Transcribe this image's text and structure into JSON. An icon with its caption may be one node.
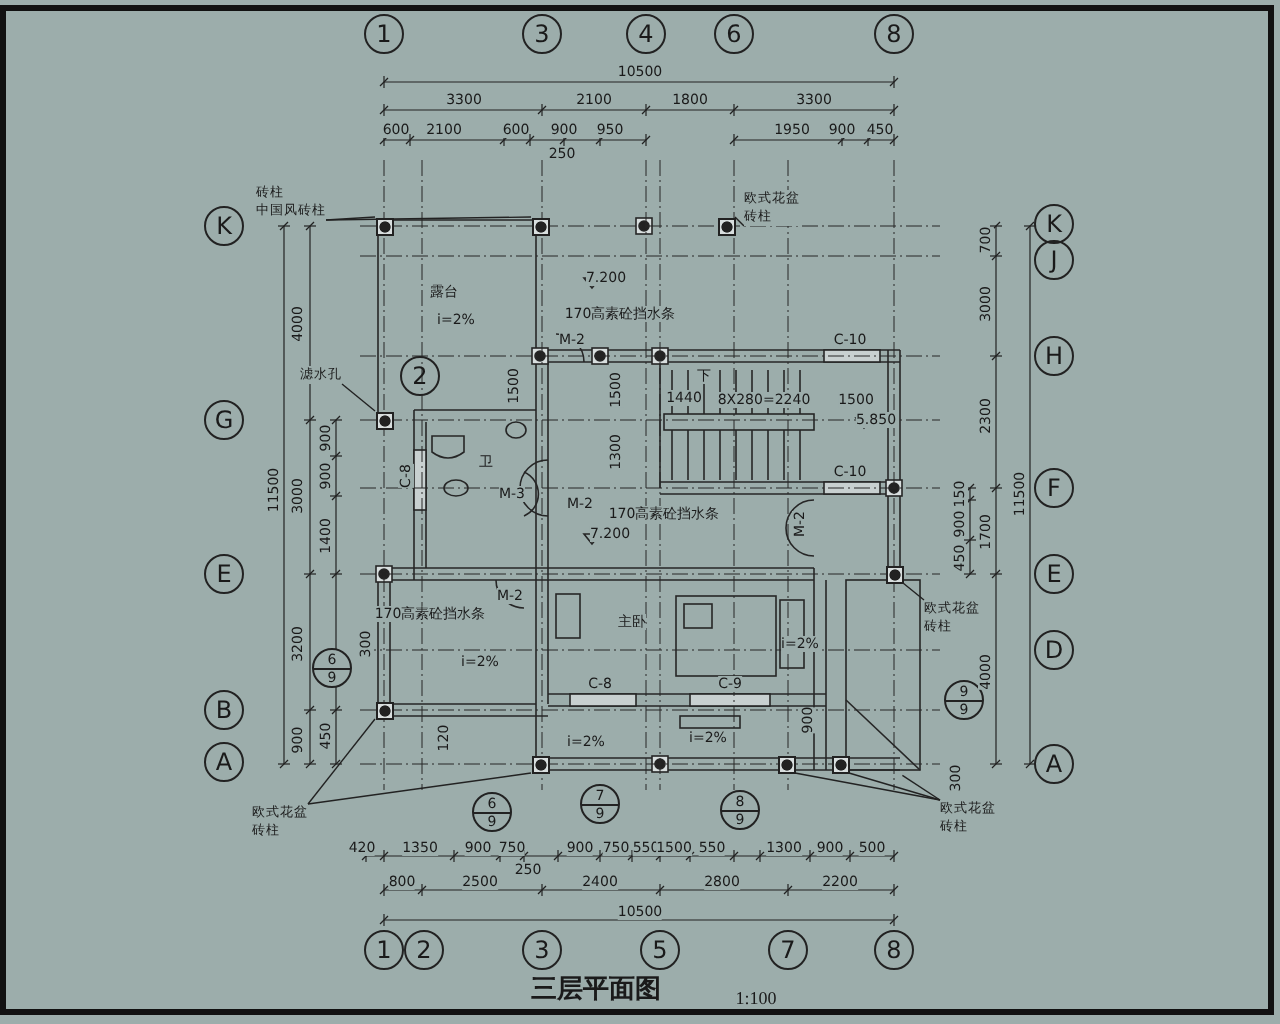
{
  "diagram": {
    "title": "三层平面图",
    "nodes": [
      {
        "text": [
          "1"
        ]
      },
      {
        "text": [
          "3"
        ]
      },
      {
        "text": [
          "4"
        ]
      },
      {
        "text": [
          "6"
        ]
      },
      {
        "text": [
          "8"
        ]
      },
      {
        "text": [
          "K"
        ]
      },
      {
        "text": [
          "G"
        ]
      },
      {
        "text": [
          "E"
        ]
      },
      {
        "text": [
          "B"
        ]
      },
      {
        "text": [
          "A"
        ]
      },
      {
        "text": [
          "K"
        ]
      },
      {
        "text": [
          "J"
        ]
      },
      {
        "text": [
          "H"
        ]
      },
      {
        "text": [
          "F"
        ]
      },
      {
        "text": [
          "E"
        ]
      },
      {
        "text": [
          "D"
        ]
      },
      {
        "text": [
          "A"
        ]
      },
      {
        "text": [
          "1"
        ]
      },
      {
        "text": [
          "2"
        ]
      },
      {
        "text": [
          "3"
        ]
      },
      {
        "text": [
          "5"
        ]
      },
      {
        "text": [
          "7"
        ]
      },
      {
        "text": [
          "8"
        ]
      },
      {
        "text": [
          "2"
        ]
      },
      {
        "text": [
          "6",
          "9"
        ]
      },
      {
        "text": [
          "6",
          "9"
        ]
      },
      {
        "text": [
          "7",
          "9"
        ]
      },
      {
        "text": [
          "8",
          "9"
        ]
      },
      {
        "text": [
          "9",
          "9"
        ]
      },
      {
        "text": [
          "砖柱",
          "中国风砖柱"
        ]
      },
      {
        "text": [
          "欧式花盆",
          "砖柱"
        ]
      },
      {
        "text": [
          "滤水孔"
        ]
      },
      {
        "text": [
          "欧式花盆",
          "砖柱"
        ]
      },
      {
        "text": [
          "欧式花盆",
          "砖柱"
        ]
      },
      {
        "text": [
          "欧式花盆",
          "砖柱"
        ]
      },
      {
        "text": [],
        "shape": "box"
      },
      {
        "text": [],
        "shape": "box"
      },
      {
        "text": [],
        "shape": "box"
      },
      {
        "text": [],
        "shape": "box"
      },
      {
        "text": [],
        "shape": "box"
      },
      {
        "text": [],
        "shape": "box"
      },
      {
        "text": [],
        "shape": "box"
      },
      {
        "text": [],
        "shape": "box"
      },
      {
        "text": [],
        "shape": "box"
      }
    ],
    "edges": [
      {
        "from": 29,
        "to": 35,
        "arrow": "none"
      },
      {
        "from": 29,
        "to": 36,
        "arrow": "none"
      },
      {
        "from": 30,
        "to": 37,
        "arrow": "none"
      },
      {
        "from": 31,
        "to": 38,
        "arrow": "none"
      },
      {
        "from": 32,
        "to": 39,
        "arrow": "none"
      },
      {
        "from": 33,
        "to": 40,
        "arrow": "none"
      },
      {
        "from": 33,
        "to": 41,
        "arrow": "none"
      },
      {
        "from": 34,
        "to": 42,
        "arrow": "none"
      },
      {
        "from": 34,
        "to": 43,
        "arrow": "none"
      },
      {
        "from": 34,
        "to": null,
        "arrow": "none"
      }
    ],
    "labels": [
      "10500",
      "3300",
      "2100",
      "1800",
      "3300",
      "600",
      "2100",
      "600",
      "900",
      "950",
      "250",
      "1950",
      "900",
      "450",
      "11500",
      "4000",
      "3000",
      "900",
      "900",
      "1400",
      "3200",
      "300",
      "900",
      "450",
      "120",
      "露台",
      "i=2%",
      "7.200",
      "170高素砼挡水条",
      "M-2",
      "1500",
      "1500",
      "1300",
      "下",
      "1440",
      "8X280=2240",
      "1500",
      "5.850",
      "C-10",
      "C-10",
      "C-8",
      "卫",
      "M-3",
      "M-2",
      "170高素砼挡水条",
      "7.200",
      "M-2",
      "M-2",
      "170高素砼挡水条",
      "主卧",
      "i=2%",
      "i=2%",
      "C-8",
      "C-9",
      "i=2%",
      "i=2%",
      "700",
      "3000",
      "2300",
      "11500",
      "150",
      "900",
      "450",
      "1700",
      "4000",
      "900",
      "300",
      "420",
      "1350",
      "900",
      "750",
      "900",
      "750",
      "550",
      "1500",
      "550",
      "1300",
      "900",
      "500",
      "250",
      "800",
      "2500",
      "2400",
      "2800",
      "2200",
      "10500",
      "1:100"
    ]
  }
}
